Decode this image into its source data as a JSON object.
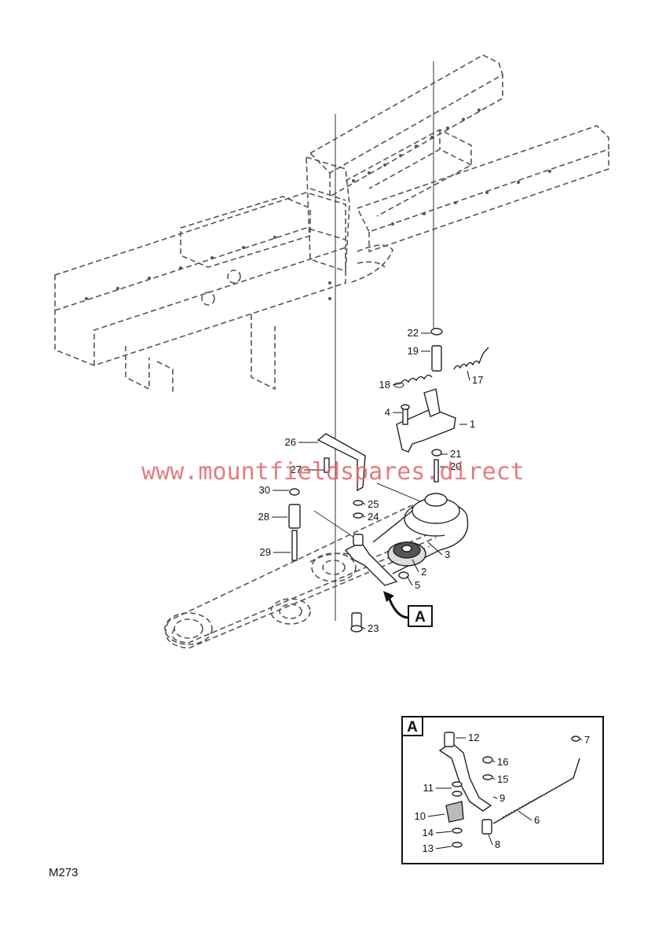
{
  "diagram": {
    "code": "M273",
    "watermark": "www.mountfieldspares.direct",
    "detail_callout": "A",
    "detail_box_title": "A",
    "main_labels": [
      "1",
      "2",
      "3",
      "4",
      "5",
      "17",
      "18",
      "19",
      "20",
      "21",
      "22",
      "23",
      "24",
      "25",
      "26",
      "27",
      "28",
      "29",
      "30"
    ],
    "detail_labels": [
      "6",
      "7",
      "8",
      "9",
      "10",
      "11",
      "12",
      "13",
      "14",
      "15",
      "16"
    ]
  }
}
